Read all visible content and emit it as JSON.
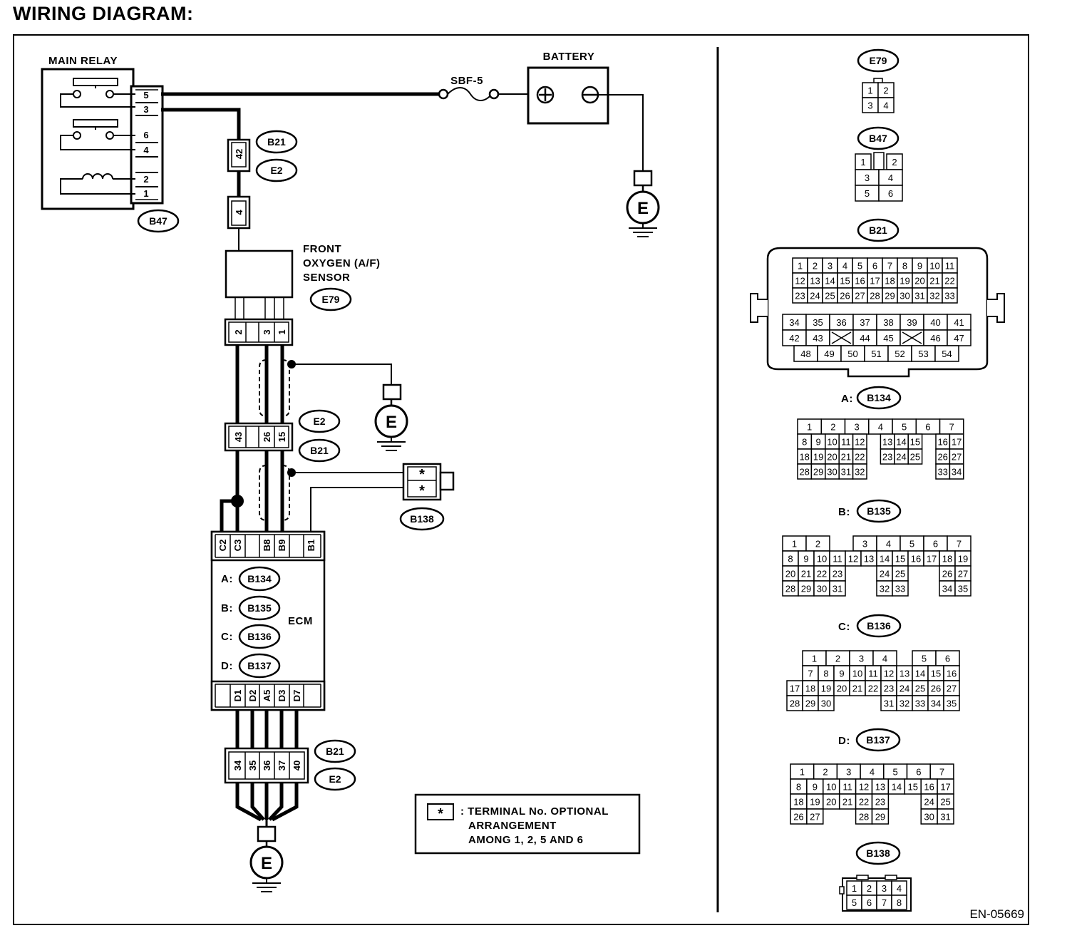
{
  "title": "WIRING DIAGRAM:",
  "doc_id": "EN-05669",
  "components": {
    "main_relay": {
      "label": "MAIN RELAY",
      "pins": [
        "5",
        "3",
        "6",
        "4",
        "2",
        "1"
      ],
      "code": "B47"
    },
    "battery": {
      "label": "BATTERY",
      "fuse": "SBF-5",
      "plus": "⊕",
      "minus": "⊖"
    },
    "sensor": {
      "line1": "FRONT",
      "line2": "OXYGEN (A/F)",
      "line3": "SENSOR",
      "code": "E79",
      "pins": [
        "2",
        "3",
        "1"
      ]
    },
    "ecm": {
      "label": "ECM",
      "top_pins": [
        "C2",
        "C3",
        "B8",
        "B9",
        "B1"
      ],
      "bottom_pins": [
        "D1",
        "D2",
        "A5",
        "D3",
        "D7"
      ],
      "connectors": [
        {
          "letter": "A:",
          "code": "B134"
        },
        {
          "letter": "B:",
          "code": "B135"
        },
        {
          "letter": "C:",
          "code": "B136"
        },
        {
          "letter": "D:",
          "code": "B137"
        }
      ]
    },
    "ground": "E",
    "upper_pin_top": "42",
    "upper_pin_bottom": "4",
    "mid_pins": [
      "43",
      "26",
      "15"
    ],
    "lower_pins": [
      "34",
      "35",
      "36",
      "37",
      "40"
    ],
    "b138_pins": [
      "*",
      "*"
    ],
    "b138_code": "B138",
    "codes": {
      "b21": "B21",
      "e2": "E2"
    }
  },
  "legend": {
    "symbol": "*",
    "line1": ": TERMINAL No. OPTIONAL",
    "line2": "ARRANGEMENT",
    "line3": "AMONG 1, 2, 5  AND 6"
  },
  "right_panel": {
    "e79": {
      "code": "E79",
      "rows": [
        [
          1,
          2
        ],
        [
          3,
          4
        ]
      ]
    },
    "b47": {
      "code": "B47",
      "rows": [
        [
          1,
          0,
          2
        ],
        [
          3,
          4
        ],
        [
          5,
          6
        ]
      ]
    },
    "b21": {
      "code": "B21",
      "top_rows": [
        [
          1,
          2,
          3,
          4,
          5,
          6,
          7,
          8,
          9,
          10,
          11
        ],
        [
          12,
          13,
          14,
          15,
          16,
          17,
          18,
          19,
          20,
          21,
          22
        ],
        [
          23,
          24,
          25,
          26,
          27,
          28,
          29,
          30,
          31,
          32,
          33
        ]
      ],
      "bottom_rows": [
        [
          34,
          35,
          36,
          37,
          38,
          39,
          40,
          41
        ],
        [
          42,
          43,
          -1,
          44,
          45,
          -1,
          46,
          47
        ],
        [
          48,
          49,
          50,
          51,
          52,
          53,
          54
        ]
      ]
    },
    "b134": {
      "letter": "A:",
      "code": "B134",
      "rows": [
        [
          1,
          2,
          3,
          4,
          5,
          6,
          7
        ],
        [
          8,
          9,
          10,
          11,
          12,
          0,
          13,
          14,
          15,
          0,
          16,
          17
        ],
        [
          18,
          19,
          20,
          21,
          22,
          0,
          23,
          24,
          25,
          0,
          26,
          27
        ],
        [
          28,
          29,
          30,
          31,
          32,
          0,
          0,
          0,
          0,
          0,
          33,
          34
        ]
      ]
    },
    "b135": {
      "letter": "B:",
      "code": "B135",
      "rows": [
        [
          1,
          2,
          0,
          3,
          4,
          5,
          6,
          7
        ],
        [
          8,
          9,
          10,
          11,
          12,
          13,
          14,
          15,
          16,
          17,
          18,
          19
        ],
        [
          20,
          21,
          22,
          23,
          0,
          0,
          24,
          25,
          0,
          0,
          26,
          27
        ],
        [
          28,
          29,
          30,
          31,
          0,
          0,
          32,
          33,
          0,
          0,
          34,
          35
        ]
      ]
    },
    "b136": {
      "letter": "C:",
      "code": "B136",
      "rows": [
        [
          1,
          2,
          3,
          4,
          0,
          5,
          6
        ],
        [
          0,
          7,
          8,
          9,
          10,
          11,
          12,
          13,
          14,
          15,
          16
        ],
        [
          17,
          18,
          19,
          20,
          21,
          22,
          23,
          24,
          25,
          26,
          27
        ],
        [
          28,
          29,
          30,
          0,
          0,
          0,
          31,
          32,
          33,
          34,
          35
        ]
      ]
    },
    "b137": {
      "letter": "D:",
      "code": "B137",
      "rows": [
        [
          1,
          2,
          3,
          4,
          5,
          6,
          7
        ],
        [
          8,
          9,
          10,
          11,
          12,
          13,
          14,
          15,
          16,
          17
        ],
        [
          18,
          19,
          20,
          21,
          22,
          23,
          0,
          0,
          24,
          25
        ],
        [
          26,
          27,
          0,
          0,
          28,
          29,
          0,
          0,
          30,
          31
        ]
      ]
    },
    "b138": {
      "code": "B138",
      "rows": [
        [
          1,
          2,
          3,
          4
        ],
        [
          5,
          6,
          7,
          8
        ]
      ]
    }
  }
}
